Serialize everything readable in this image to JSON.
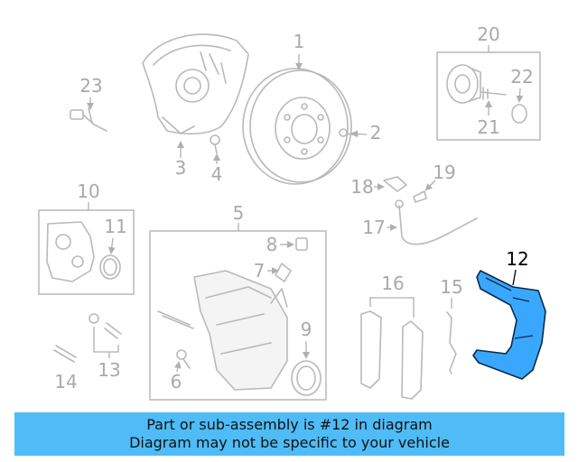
{
  "diagram": {
    "callouts": [
      {
        "id": "1",
        "label": "1"
      },
      {
        "id": "2",
        "label": "2"
      },
      {
        "id": "3",
        "label": "3"
      },
      {
        "id": "4",
        "label": "4"
      },
      {
        "id": "5",
        "label": "5"
      },
      {
        "id": "6",
        "label": "6"
      },
      {
        "id": "7",
        "label": "7"
      },
      {
        "id": "8",
        "label": "8"
      },
      {
        "id": "9",
        "label": "9"
      },
      {
        "id": "10",
        "label": "10"
      },
      {
        "id": "11",
        "label": "11"
      },
      {
        "id": "12",
        "label": "12"
      },
      {
        "id": "13",
        "label": "13"
      },
      {
        "id": "14",
        "label": "14"
      },
      {
        "id": "15",
        "label": "15"
      },
      {
        "id": "16",
        "label": "16"
      },
      {
        "id": "17",
        "label": "17"
      },
      {
        "id": "18",
        "label": "18"
      },
      {
        "id": "19",
        "label": "19"
      },
      {
        "id": "20",
        "label": "20"
      },
      {
        "id": "21",
        "label": "21"
      },
      {
        "id": "22",
        "label": "22"
      },
      {
        "id": "23",
        "label": "23"
      }
    ],
    "highlighted_part": "12",
    "highlight_color": "#3aa7ff"
  },
  "banner": {
    "line1": "Part or sub-assembly is #12 in diagram",
    "line2": "Diagram may not be specific to your vehicle",
    "background": "#4fbcf7"
  }
}
